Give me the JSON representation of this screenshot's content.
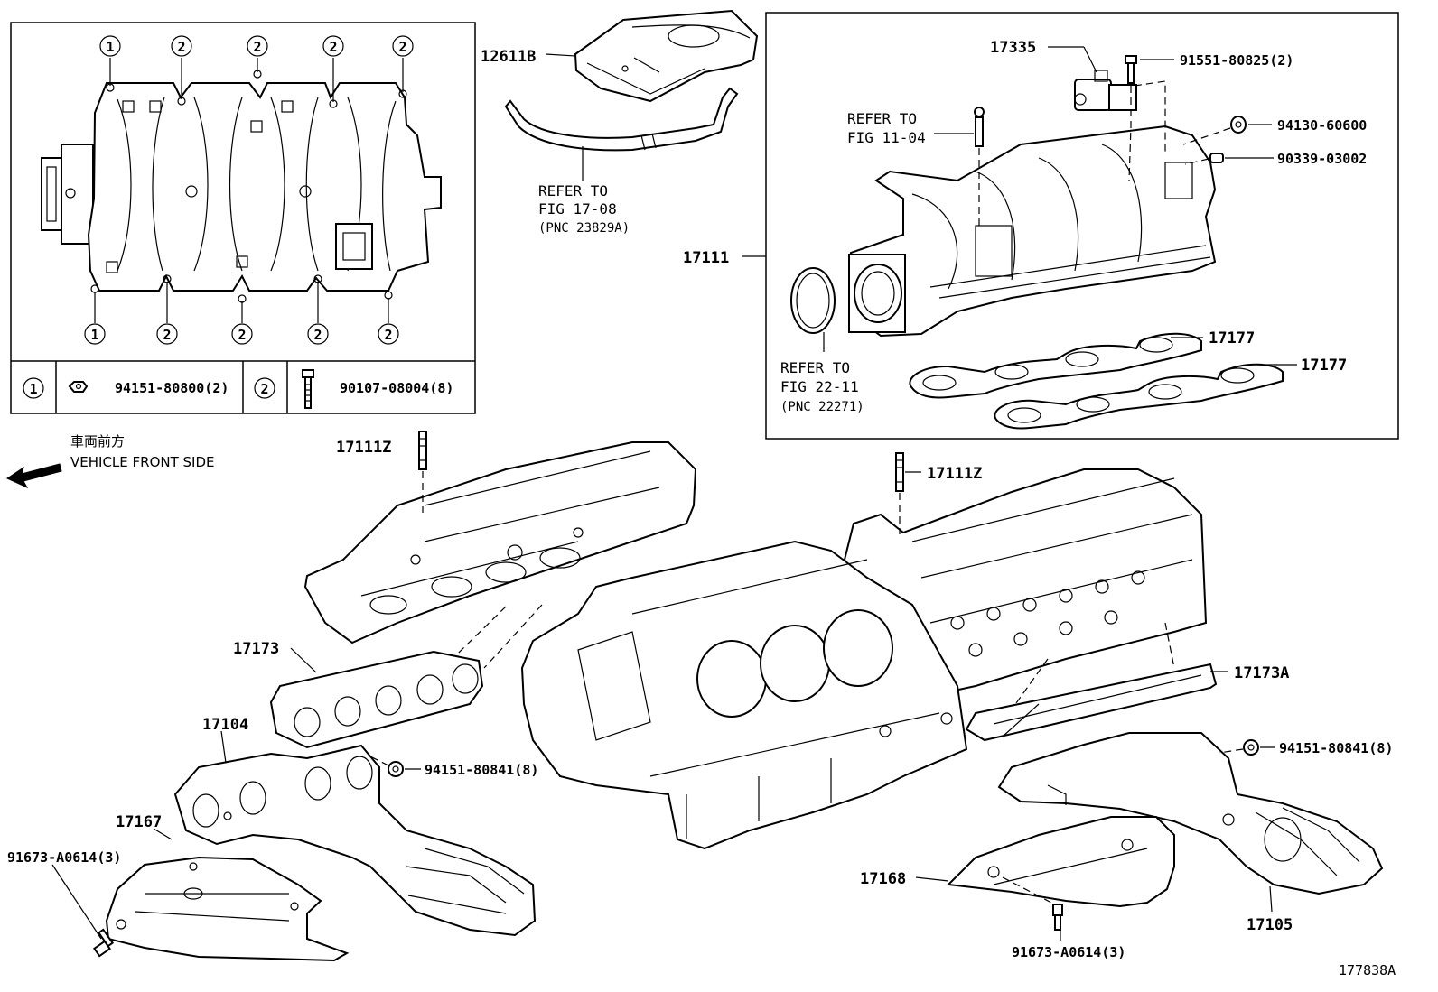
{
  "inset_left": {
    "circle_labels_top": [
      "1",
      "2",
      "2",
      "2",
      "2"
    ],
    "circle_labels_bottom": [
      "1",
      "2",
      "2",
      "2",
      "2"
    ],
    "legend": [
      {
        "key": "1",
        "part": "94151-80800(2)"
      },
      {
        "key": "2",
        "part": "90107-08004(8)"
      }
    ]
  },
  "inset_right": {
    "part_17335": "17335",
    "part_91551": "91551-80825(2)",
    "part_94130": "94130-60600",
    "part_90339": "90339-03002",
    "part_17111": "17111",
    "part_17177_a": "17177",
    "part_17177_b": "17177",
    "ref_fig_11": [
      "REFER TO",
      "FIG 11-04"
    ],
    "ref_fig_22": [
      "REFER TO",
      "FIG 22-11",
      "(PNC 22271)"
    ]
  },
  "top_center": {
    "part_12611B": "12611B",
    "ref_fig_17": [
      "REFER TO",
      "FIG 17-08",
      "(PNC 23829A)"
    ]
  },
  "direction": {
    "caption_jp": "車両前方",
    "caption_en": "VEHICLE FRONT SIDE"
  },
  "main": {
    "part_17111Z_left": "17111Z",
    "part_17111Z_right": "17111Z",
    "part_17173": "17173",
    "part_17173A": "17173A",
    "part_17104": "17104",
    "part_94151_left": "94151-80841(8)",
    "part_94151_right": "94151-80841(8)",
    "part_17167": "17167",
    "part_91673_left": "91673-A0614(3)",
    "part_17168": "17168",
    "part_91673_right": "91673-A0614(3)",
    "part_17105": "17105"
  },
  "figure_id": "177838A"
}
